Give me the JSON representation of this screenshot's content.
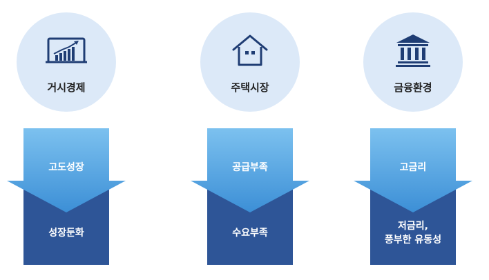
{
  "columns": [
    {
      "category": "거시경제",
      "icon": "line-chart-icon",
      "before": "고도성장",
      "after": "성장둔화"
    },
    {
      "category": "주택시장",
      "icon": "house-icon",
      "before": "공급부족",
      "after": "수요부족"
    },
    {
      "category": "금융환경",
      "icon": "bank-icon",
      "before": "고금리",
      "after": "저금리,\n풍부한 유동성"
    }
  ],
  "colors": {
    "circle": "#dce9f8",
    "icon": "#1f3d74",
    "arrow_top_light": "#7cc1ef",
    "arrow_top_dark": "#3c8fd6",
    "box_bottom": "#2e5597"
  }
}
